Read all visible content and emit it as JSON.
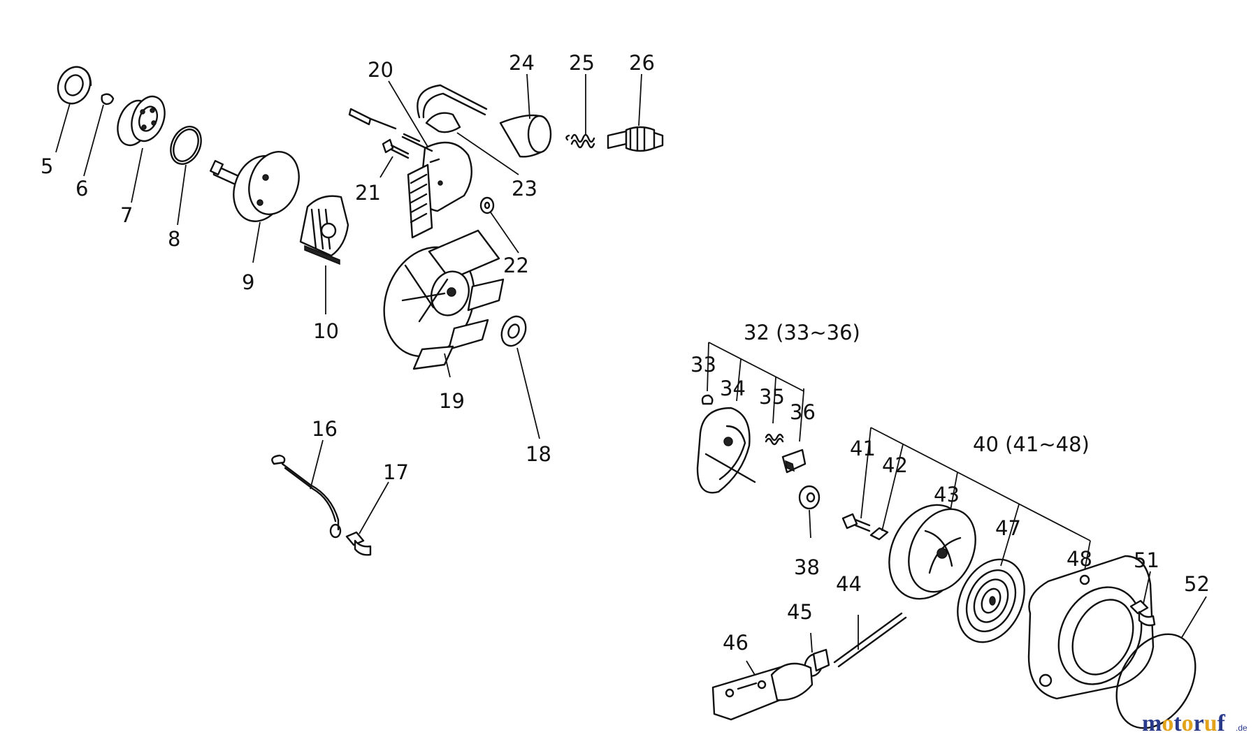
{
  "labels": {
    "p5": "5",
    "p6": "6",
    "p7": "7",
    "p8": "8",
    "p9": "9",
    "p10": "10",
    "p16": "16",
    "p17": "17",
    "p18": "18",
    "p19": "19",
    "p20": "20",
    "p21": "21",
    "p22": "22",
    "p23": "23",
    "p24": "24",
    "p25": "25",
    "p26": "26",
    "p32": "32 (33~36)",
    "p33": "33",
    "p34": "34",
    "p35": "35",
    "p36": "36",
    "p38": "38",
    "p40": "40 (41~48)",
    "p41": "41",
    "p42": "42",
    "p43": "43",
    "p44": "44",
    "p45": "45",
    "p46": "46",
    "p47": "47",
    "p48": "48",
    "p51": "51",
    "p52": "52"
  },
  "watermark": {
    "letters": [
      "m",
      "o",
      "t",
      "o",
      "r",
      "u",
      "f"
    ],
    "suffix": ".de",
    "colors": [
      "#2a3a8a",
      "#e2a21b",
      "#2a3a8a",
      "#e2a21b",
      "#2a3a8a",
      "#e2a21b",
      "#2a3a8a"
    ]
  }
}
